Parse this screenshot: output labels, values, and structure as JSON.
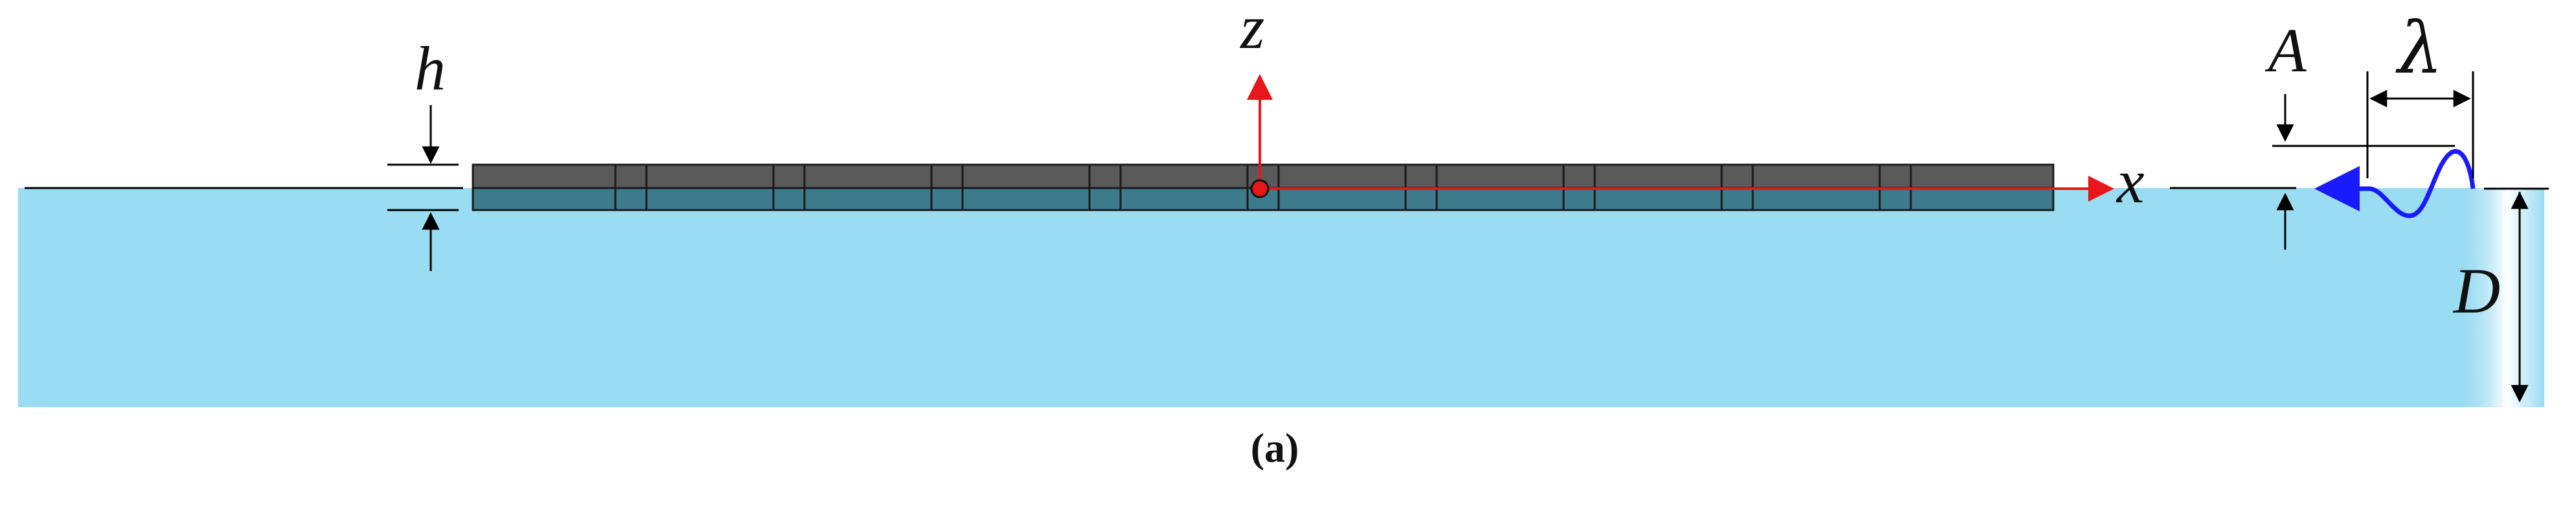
{
  "diagram": {
    "labels": {
      "h": "h",
      "z": "z",
      "x": "x",
      "A": "A",
      "lambda": "λ",
      "D": "D"
    },
    "caption": "(a)",
    "colors": {
      "water": "#9adcf2",
      "pontoon_fill": "#575757",
      "pontoon_edge": "#1a1a1a",
      "axis": "#e8161b",
      "wave": "#1a1aff",
      "dimension": "#000000"
    },
    "pontoon_modules": 10
  }
}
